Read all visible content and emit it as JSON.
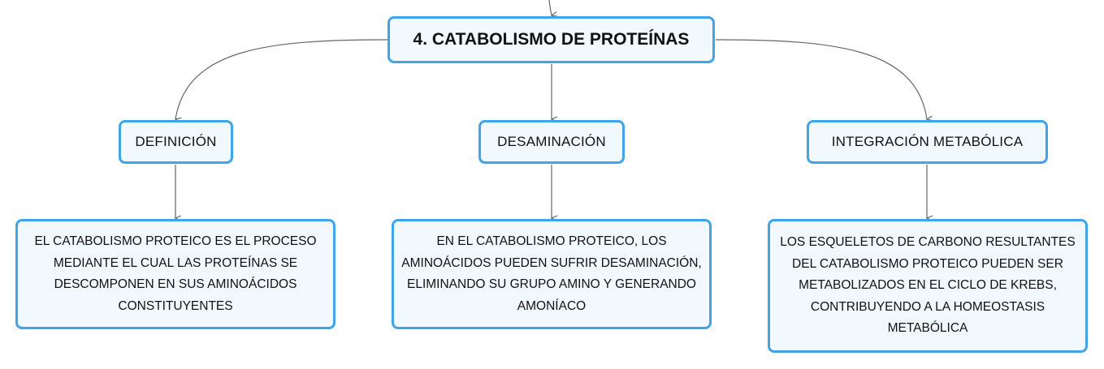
{
  "map": {
    "root": {
      "label": "4. CATABOLISMO DE PROTEÍNAS"
    },
    "topics": [
      {
        "label": "DEFINICIÓN",
        "detail": "EL CATABOLISMO PROTEICO ES EL PROCESO MEDIANTE EL CUAL LAS PROTEÍNAS SE DESCOMPONEN EN SUS AMINOÁCIDOS CONSTITUYENTES"
      },
      {
        "label": "DESAMINACIÓN",
        "detail": "EN EL CATABOLISMO PROTEICO, LOS AMINOÁCIDOS PUEDEN SUFRIR DESAMINACIÓN, ELIMINANDO SU GRUPO AMINO Y GENERANDO AMONÍACO"
      },
      {
        "label": "INTEGRACIÓN METABÓLICA",
        "detail": "LOS ESQUELETOS DE CARBONO RESULTANTES DEL CATABOLISMO PROTEICO PUEDEN SER METABOLIZADOS EN EL CICLO DE KREBS, CONTRIBUYENDO A LA HOMEOSTASIS METABÓLICA"
      }
    ]
  },
  "colors": {
    "node_border": "#41a4e8",
    "node_fill": "#f1f8fe",
    "connector": "#666666",
    "text": "#111111"
  }
}
